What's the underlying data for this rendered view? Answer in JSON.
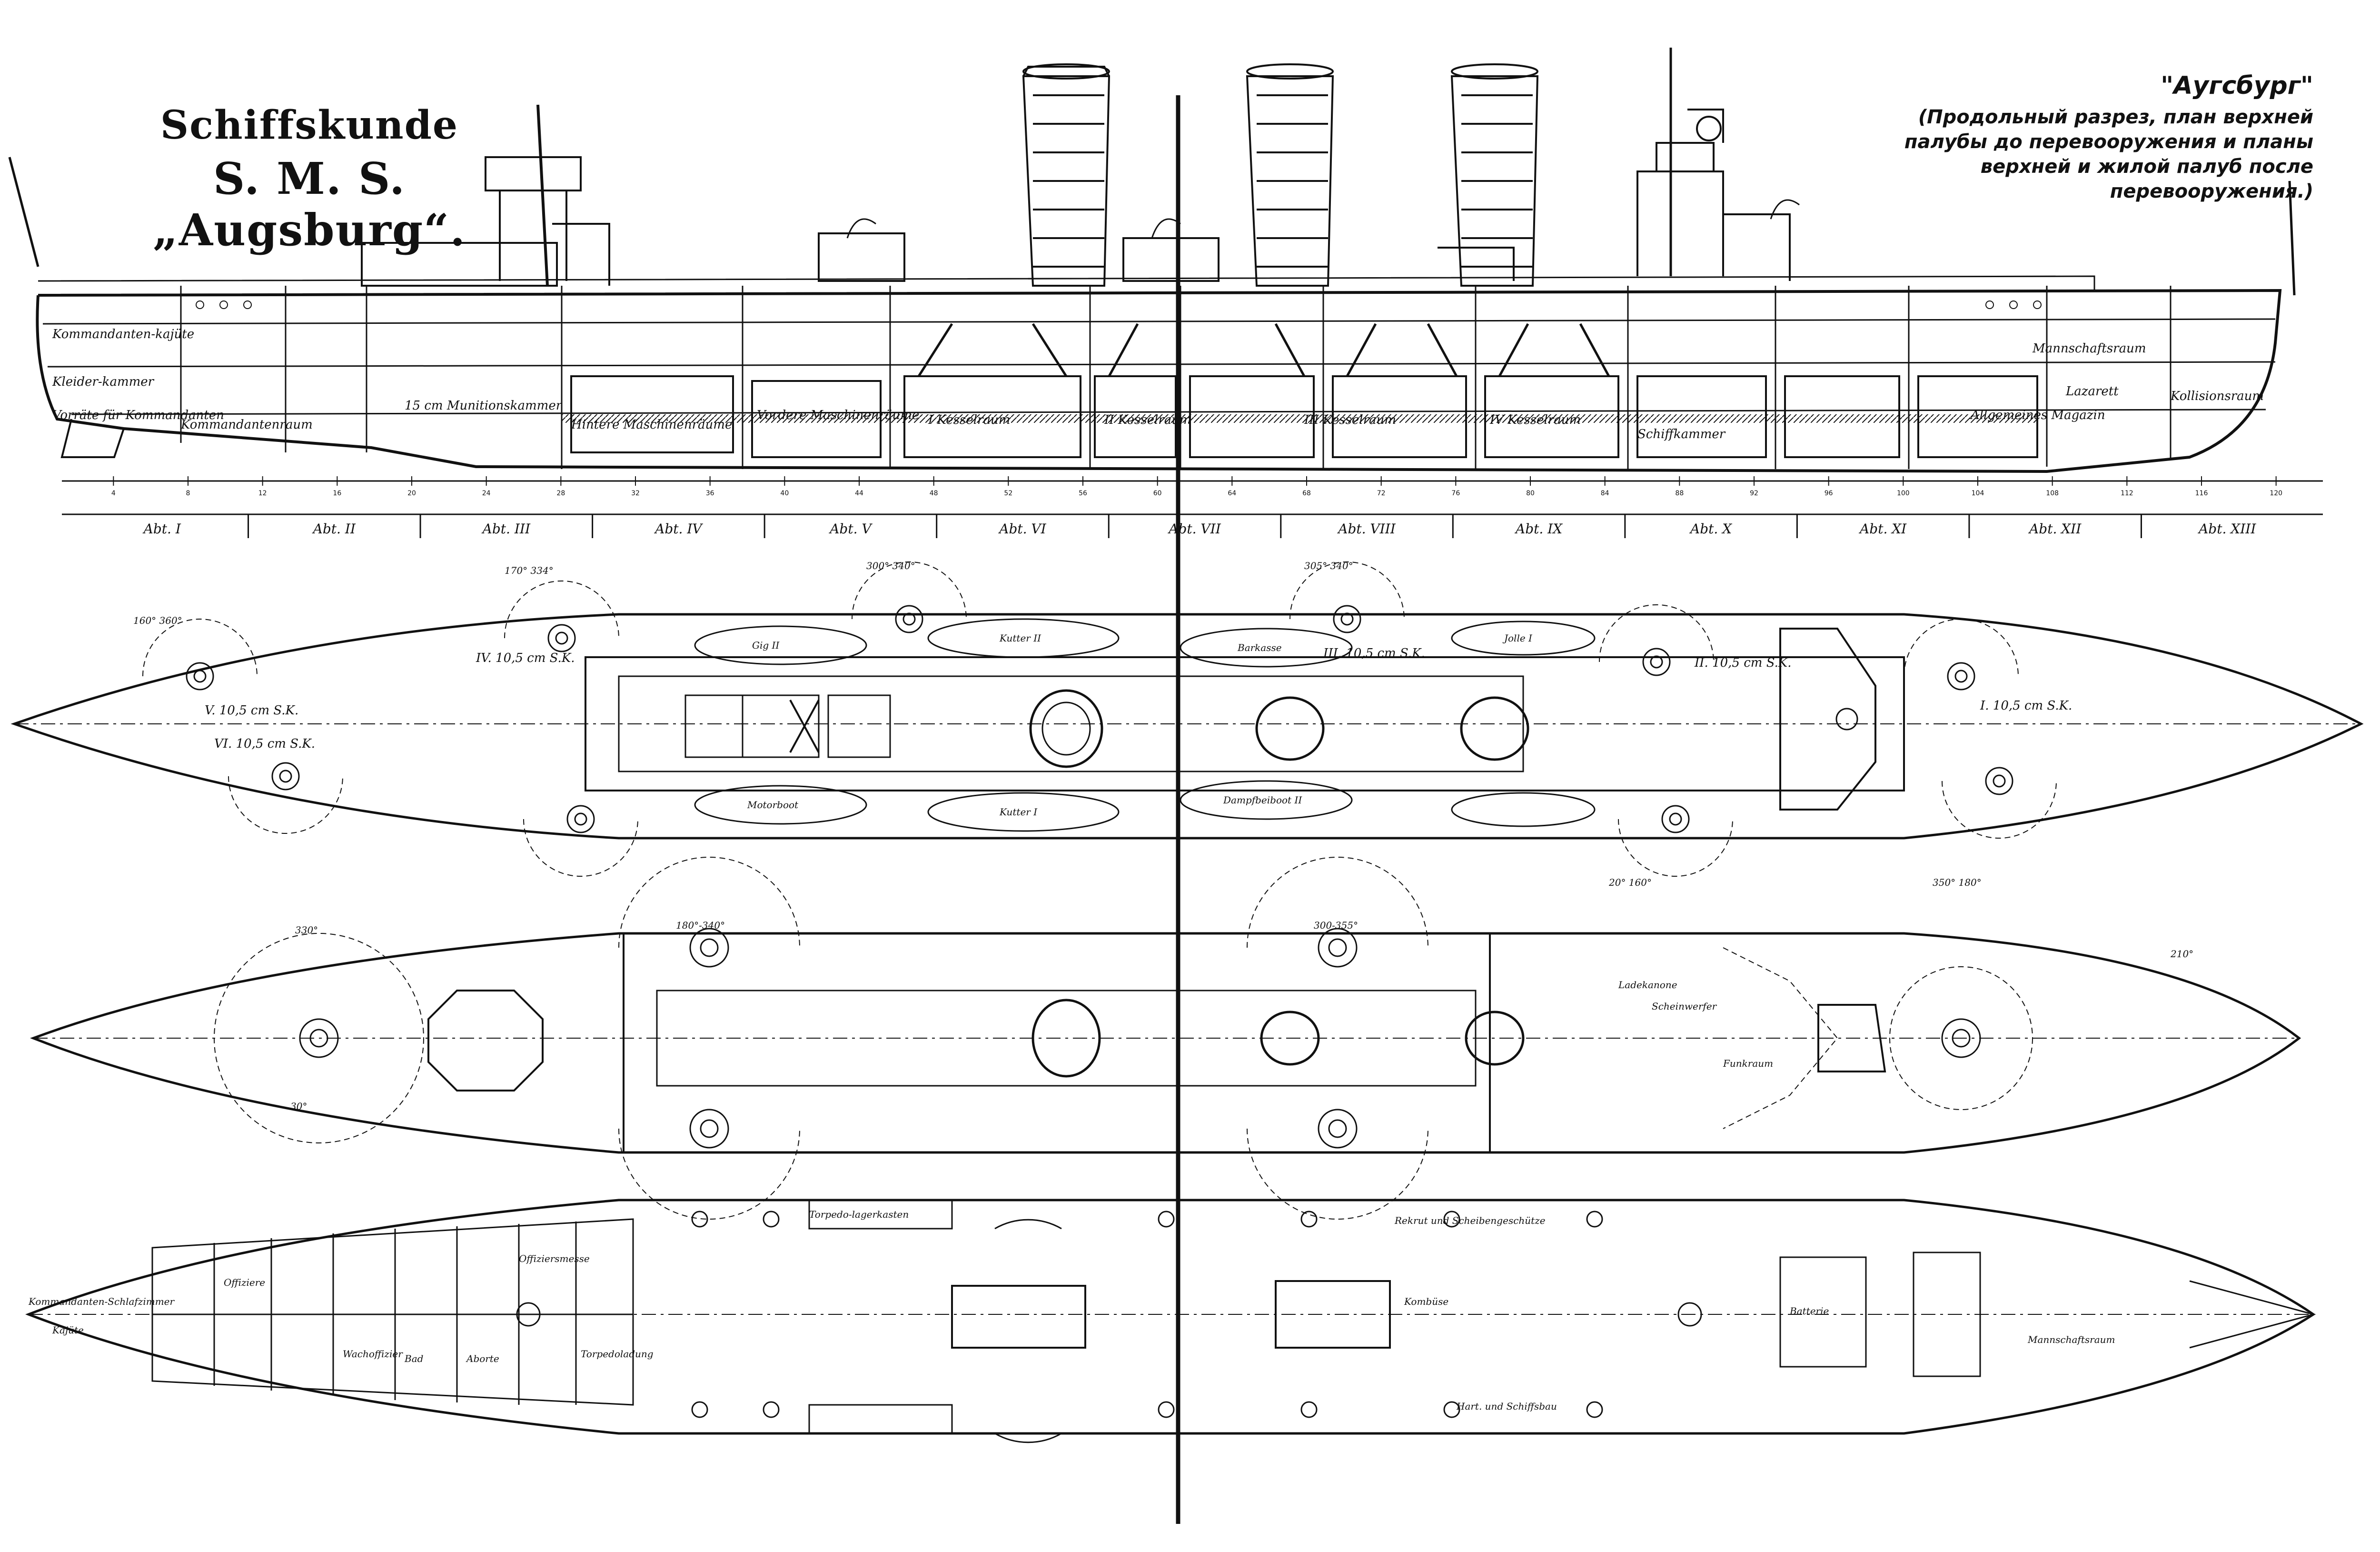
{
  "title": {
    "line1": "Schiffskunde",
    "line2": "S. M. S. „Augsburg“."
  },
  "russian": {
    "title": "\"Аугсбург\"",
    "description": "(Продольный разрез, план верхней палубы до перевооружения и планы верхней и жилой палуб после перевооружения.)"
  },
  "colors": {
    "ink": "#111111",
    "paper": "#ffffff"
  },
  "profile": {
    "hull_labels": [
      "Kommandanten-kajüte",
      "Kleider-kammer",
      "Vorräte für Kommandanten",
      "Kommandantenraum",
      "15 cm Munitionskammer",
      "Hintere Maschinenräume",
      "Vordere Maschinenräume",
      "I Kesselraum",
      "II Kesselraum",
      "III Kesselraum",
      "IV Kesselraum",
      "Mannschaftsraum",
      "Lazarett",
      "Kollisionsraum",
      "Allgemeines Magazin",
      "Schiffkammer"
    ],
    "compartments": [
      "Abt. I",
      "Abt. II",
      "Abt. III",
      "Abt. IV",
      "Abt. V",
      "Abt. VI",
      "Abt. VII",
      "Abt. VIII",
      "Abt. IX",
      "Abt. X",
      "Abt. XI",
      "Abt. XII",
      "Abt. XIII"
    ],
    "frame_numbers": [
      "4",
      "8",
      "12",
      "16",
      "20",
      "24",
      "28",
      "32",
      "36",
      "40",
      "44",
      "48",
      "52",
      "56",
      "60",
      "64",
      "68",
      "72",
      "76",
      "80",
      "84",
      "88",
      "92",
      "96",
      "100",
      "104",
      "108",
      "112",
      "116",
      "120"
    ]
  },
  "upper_deck_before": {
    "gun_labels": [
      "V. 10,5 cm S.K.",
      "VI. 10,5 cm S.K.",
      "IV. 10,5 cm S.K.",
      "III. 10,5 cm S.K.",
      "II. 10,5 cm S.K.",
      "I. 10,5 cm S.K."
    ],
    "boat_labels": [
      "Gig II",
      "Kutter II",
      "Barkasse",
      "Jolle I",
      "Motorboot",
      "Kutter I",
      "Dampfbeiboot II"
    ],
    "arc_labels": [
      "170° 334°",
      "160° 360°",
      "300° 340°",
      "305° 340°",
      "20° 160°",
      "350° 180°"
    ]
  },
  "upper_deck_after": {
    "labels": [
      "330°",
      "30°",
      "210°",
      "180°-340°",
      "300-355°",
      "Ladekanone",
      "Scheinwerfer",
      "Funkraum"
    ]
  },
  "living_deck": {
    "labels": [
      "Kommandanten-Schlafzimmer",
      "Kajüte",
      "Offiziersmesse",
      "Torpedo-lagerkasten",
      "Offiziere",
      "Wachoffizier",
      "Bad",
      "Aborte",
      "Torpedoladung",
      "Rekrut und Scheibengeschütze",
      "Kombüse",
      "Batterie",
      "Mannschaftsraum",
      "Hart. und Schiffsbau"
    ]
  }
}
